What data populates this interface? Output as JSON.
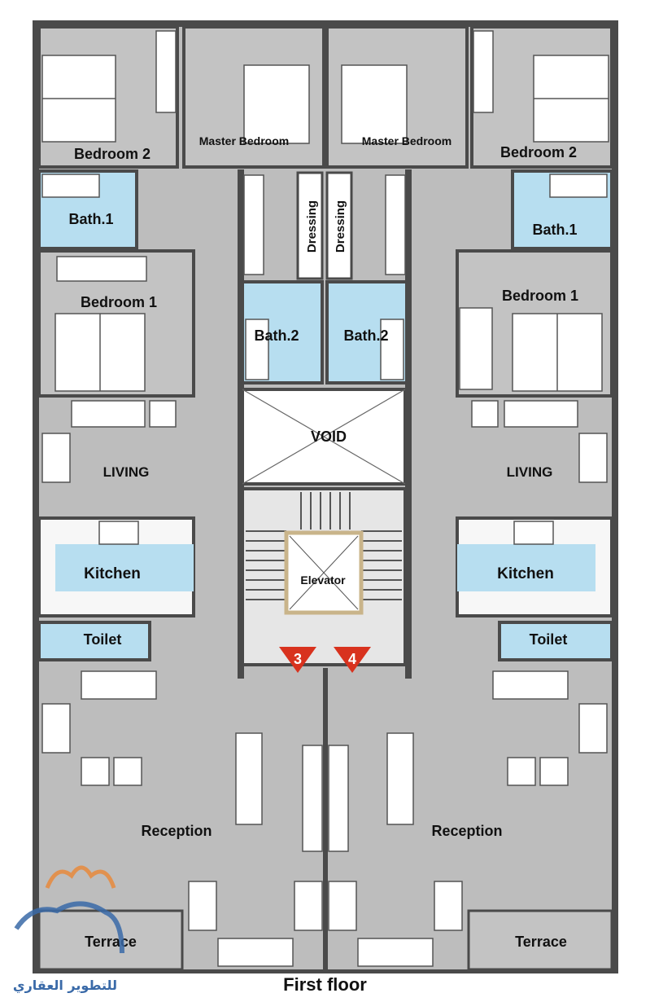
{
  "colors": {
    "floor": "#bdbdbd",
    "wall": "#4a4a4a",
    "wet_tile": "#b7def0",
    "white_room": "#f7f7f7",
    "marker_red": "#d8321e",
    "logo_orange": "#e88a3c",
    "logo_blue": "#3a6aa8",
    "elevator_frame": "#c9b48a"
  },
  "rooms": {
    "bedroom2_left": "Bedroom 2",
    "master_left": "Master Bedroom",
    "master_right": "Master Bedroom",
    "bedroom2_right": "Bedroom 2",
    "bath1_left": "Bath.1",
    "bath1_right": "Bath.1",
    "dressing_left": "Dressing",
    "dressing_right": "Dressing",
    "bedroom1_left": "Bedroom 1",
    "bedroom1_right": "Bedroom 1",
    "bath2_left": "Bath.2",
    "bath2_right": "Bath.2",
    "void": "VOID",
    "living_left": "LIVING",
    "living_right": "LIVING",
    "kitchen_left": "Kitchen",
    "kitchen_right": "Kitchen",
    "elevator": "Elevator",
    "toilet_left": "Toilet",
    "toilet_right": "Toilet",
    "reception_left": "Reception",
    "reception_right": "Reception",
    "terrace_left": "Terrace",
    "terrace_right": "Terrace"
  },
  "markers": {
    "unit_left": "3",
    "unit_right": "4"
  },
  "caption": "First floor",
  "logo": {
    "arabic_text": "للتطوير العقاري",
    "icons": "building-crown-logo-icon"
  }
}
